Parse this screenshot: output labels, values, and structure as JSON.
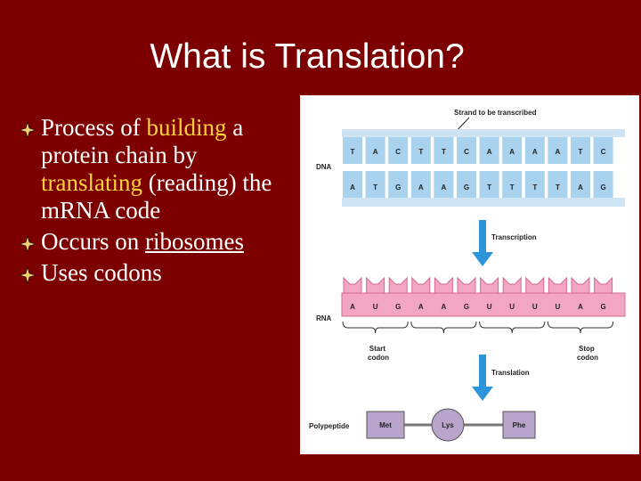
{
  "slide": {
    "title": "What is Translation?",
    "bullets": [
      {
        "parts": [
          {
            "text": "Process of ",
            "style": "plain"
          },
          {
            "text": "building",
            "style": "highlight"
          },
          {
            "text": " a protein chain by ",
            "style": "plain"
          },
          {
            "text": "translating",
            "style": "highlight"
          },
          {
            "text": " (reading) the m",
            "style": "plain"
          },
          {
            "text": "RNA",
            "style": "plain"
          },
          {
            "text": " code",
            "style": "plain"
          }
        ]
      },
      {
        "parts": [
          {
            "text": "Occurs on ",
            "style": "plain"
          },
          {
            "text": "ribosomes",
            "style": "underline"
          }
        ]
      },
      {
        "parts": [
          {
            "text": "Uses codons",
            "style": "plain"
          }
        ]
      }
    ]
  },
  "diagram": {
    "strand_label": "Strand to be transcribed",
    "dna_label": "DNA",
    "dna_top": [
      "T",
      "A",
      "C",
      "T",
      "T",
      "C",
      "A",
      "A",
      "A",
      "A",
      "T",
      "C"
    ],
    "dna_bottom": [
      "A",
      "T",
      "G",
      "A",
      "A",
      "G",
      "T",
      "T",
      "T",
      "T",
      "A",
      "G"
    ],
    "transcription_label": "Transcription",
    "rna_label": "RNA",
    "rna_bases": [
      "A",
      "U",
      "G",
      "A",
      "A",
      "G",
      "U",
      "U",
      "U",
      "U",
      "A",
      "G"
    ],
    "start_codon_label": [
      "Start",
      "codon"
    ],
    "stop_codon_label": [
      "Stop",
      "codon"
    ],
    "translation_label": "Translation",
    "polypeptide_label": "Polypeptide",
    "amino_acids": [
      "Met",
      "Lys",
      "Phe"
    ],
    "colors": {
      "background": "#7d0000",
      "highlight": "#ffd23a",
      "dna_band": "#cde4f5",
      "dna_tooth": "#a9d2ef",
      "rna_fill": "#f2a6c2",
      "rna_stroke": "#d36a92",
      "arrow": "#2b95dc",
      "amino_acid": "#b9a4cc"
    }
  }
}
